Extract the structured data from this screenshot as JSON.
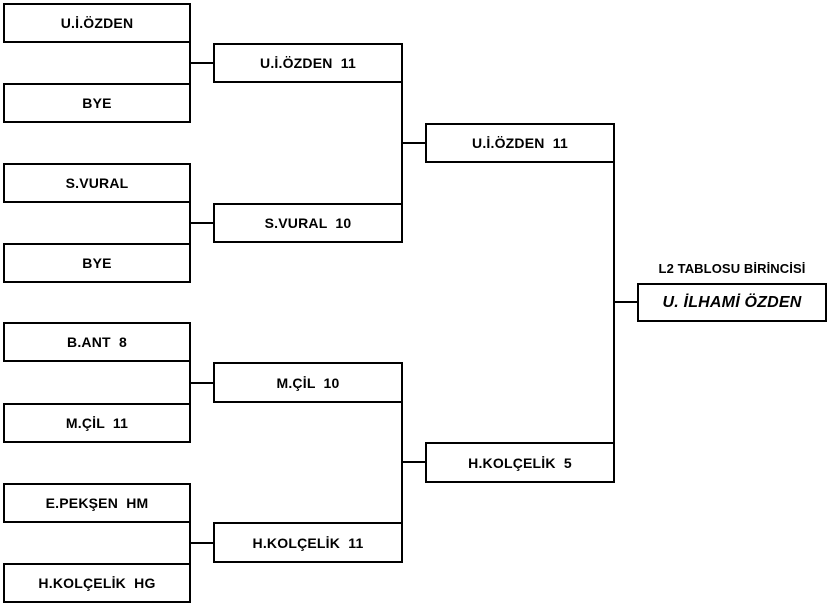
{
  "bracket": {
    "round1": [
      {
        "label": "U.İ.ÖZDEN"
      },
      {
        "label": "BYE"
      },
      {
        "label": "S.VURAL"
      },
      {
        "label": "BYE"
      },
      {
        "label": "B.ANT  8"
      },
      {
        "label": "M.ÇİL  11"
      },
      {
        "label": "E.PEKŞEN  HM"
      },
      {
        "label": "H.KOLÇELİK  HG"
      }
    ],
    "round2": [
      {
        "label": "U.İ.ÖZDEN  11"
      },
      {
        "label": "S.VURAL  10"
      },
      {
        "label": "M.ÇİL  10"
      },
      {
        "label": "H.KOLÇELİK  11"
      }
    ],
    "semifinals": [
      {
        "label": "U.İ.ÖZDEN  11"
      },
      {
        "label": "H.KOLÇELİK  5"
      }
    ],
    "final": {
      "title": "L2 TABLOSU BİRİNCİSİ",
      "winner": "U. İLHAMİ ÖZDEN"
    }
  },
  "colors": {
    "line": "#000000",
    "border": "#000000",
    "text": "#000000",
    "background": "#ffffff"
  }
}
